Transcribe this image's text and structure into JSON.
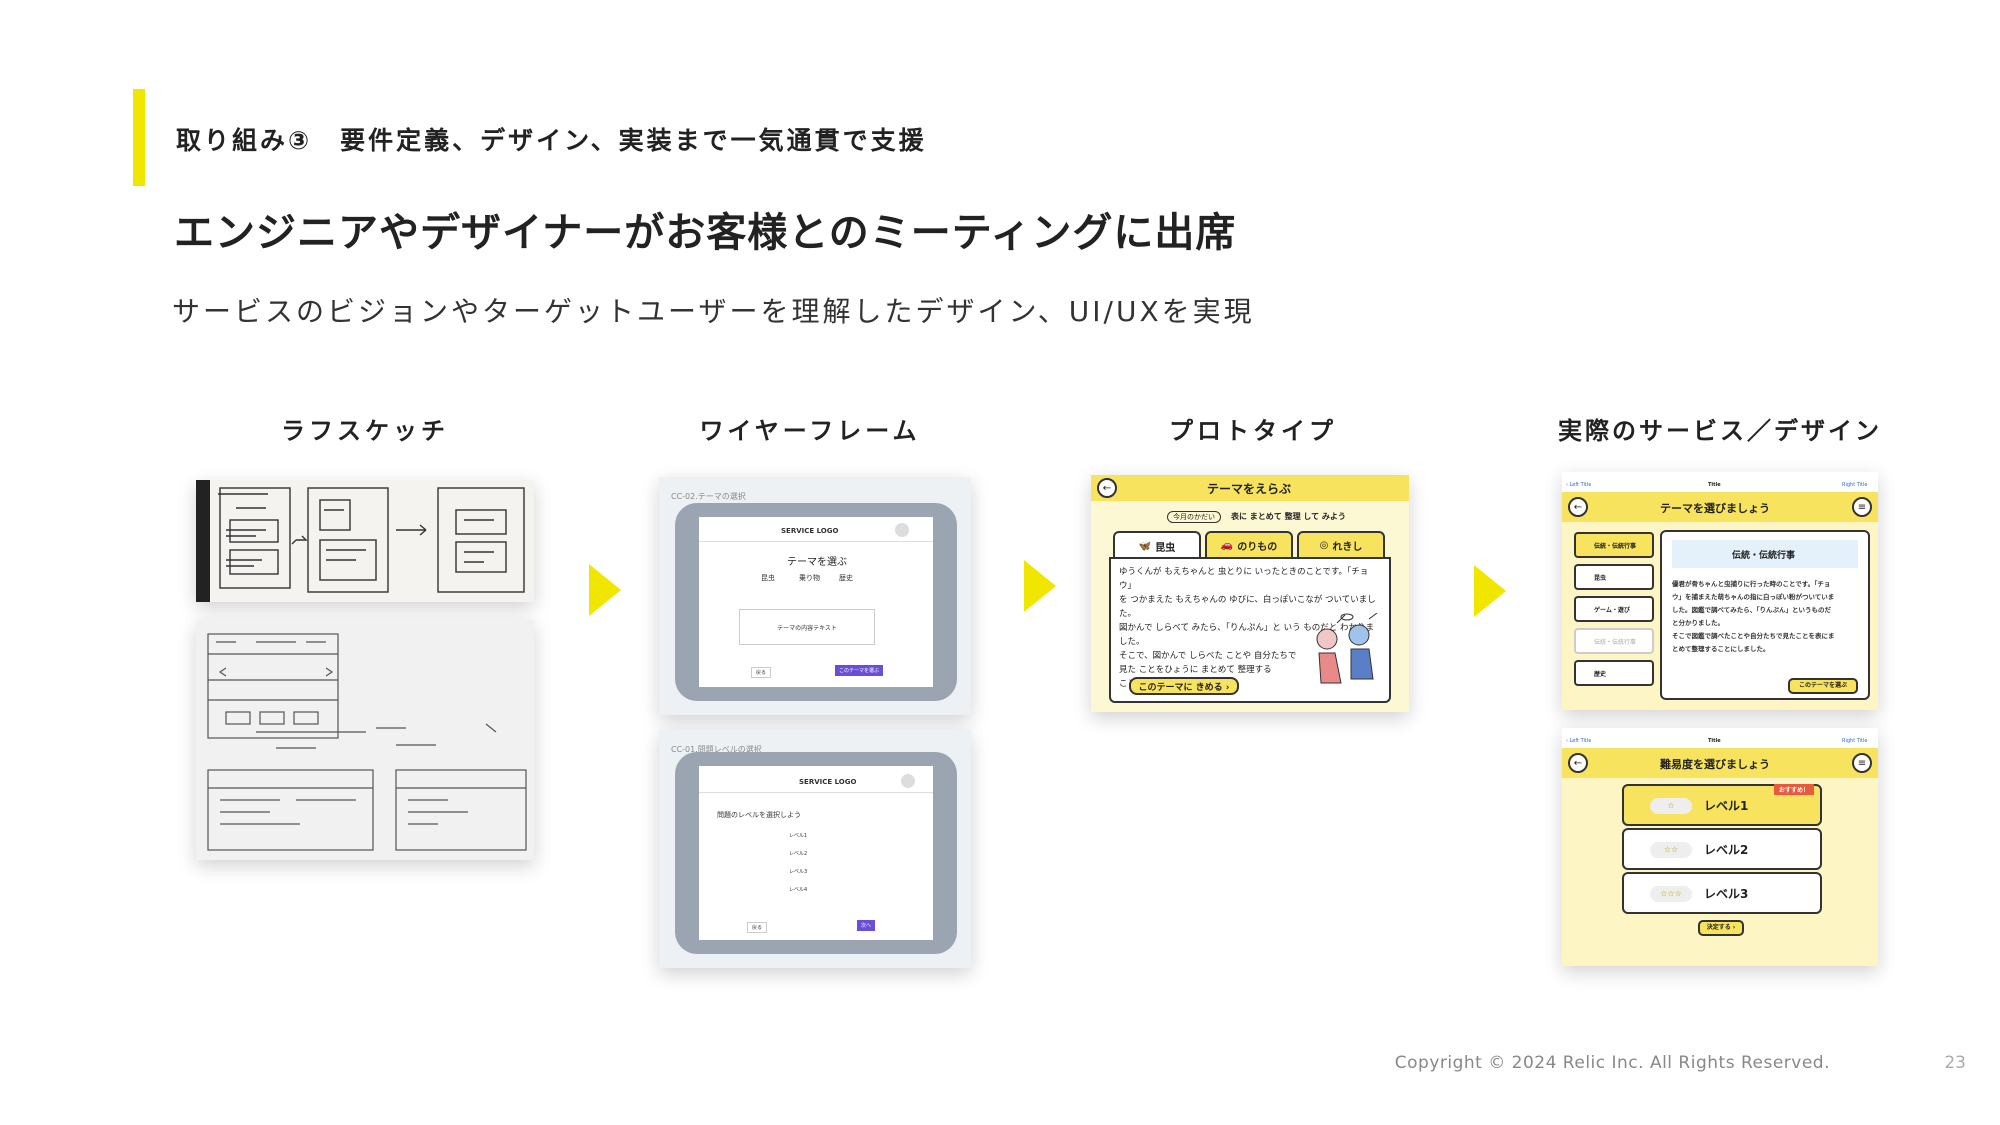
{
  "header": {
    "eyebrow": "取り組み③　要件定義、デザイン、実装まで一気通貫で支援",
    "title": "エンジニアやデザイナーがお客様とのミーティングに出席",
    "subtitle": "サービスのビジョンやターゲットユーザーを理解したデザイン、UI/UXを実現"
  },
  "stages": {
    "sketch": "ラフスケッチ",
    "wireframe": "ワイヤーフレーム",
    "prototype": "プロトタイプ",
    "actual": "実際のサービス／デザイン"
  },
  "wireframe_top": {
    "caption": "CC-02.テーマの選択",
    "logo": "SERVICE LOGO",
    "heading": "テーマを選ぶ",
    "tabs": [
      "昆虫",
      "乗り物",
      "歴史"
    ],
    "body": "テーマの内容テキスト",
    "back": "戻る",
    "next": "このテーマを選ぶ"
  },
  "wireframe_bottom": {
    "caption": "CC-01.問題レベルの選択",
    "logo": "SERVICE LOGO",
    "question": "問題のレベルを選択しよう",
    "options": [
      "レベル1",
      "レベル2",
      "レベル3",
      "レベル4"
    ],
    "back": "戻る",
    "next": "次へ"
  },
  "prototype": {
    "title": "テーマをえらぶ",
    "badge": "今月のかだい",
    "prompt": "表に まとめて 整理 して みよう",
    "tabs": [
      "昆虫",
      "のりもの",
      "れきし"
    ],
    "body": [
      "ゆうくんが もえちゃんと 虫とりに いったときのことです。「チョウ」",
      "を つかまえた もえちゃんの ゆびに、白っぽいこなが ついていました。",
      "図かんで しらべて みたら、「りんぷん」と いう ものだと わかりま",
      "した。",
      "そこで、図かんで しらべた ことや 自分たちで",
      "見た ことをひょうに まとめて 整理する",
      "ことに しました。"
    ],
    "button": "このテーマに きめる ›"
  },
  "actual_top": {
    "left_nav": "‹ Left Title",
    "nav_title": "Title",
    "right_nav": "Right Title",
    "title": "テーマを選びましょう",
    "menu": [
      "伝統・伝統行事",
      "昆虫",
      "ゲーム・遊び",
      "伝統・伝統行事",
      "歴史"
    ],
    "panel_title": "伝統・伝統行事",
    "body": [
      "優君が骨ちゃんと虫捕りに行った時のことです。「チョ",
      "ウ」を捕まえた萌ちゃんの指に白っぽい粉がついていま",
      "した。図鑑で調べてみたら、「りんぷん」というものだ",
      "と分かりました。",
      "そこで図鑑で調べたことや自分たちで見たことを表にま",
      "とめて整理することにしました。"
    ],
    "button": "このテーマを選ぶ"
  },
  "actual_bottom": {
    "left_nav": "‹ Left Title",
    "nav_title": "Title",
    "right_nav": "Right Title",
    "title": "難易度を選びましょう",
    "levels": [
      {
        "label": "レベル1",
        "stars": "☆"
      },
      {
        "label": "レベル2",
        "stars": "☆☆"
      },
      {
        "label": "レベル3",
        "stars": "☆☆☆"
      }
    ],
    "recommend": "おすすめ！",
    "button": "決定する ›"
  },
  "footer": {
    "copyright": "Copyright © 2024 Relic Inc. All Rights Reserved.",
    "page": "23"
  },
  "colors": {
    "accent": "#f0e600",
    "proto_yellow": "#f7e35d",
    "wire_gray": "#9aa5b1"
  }
}
